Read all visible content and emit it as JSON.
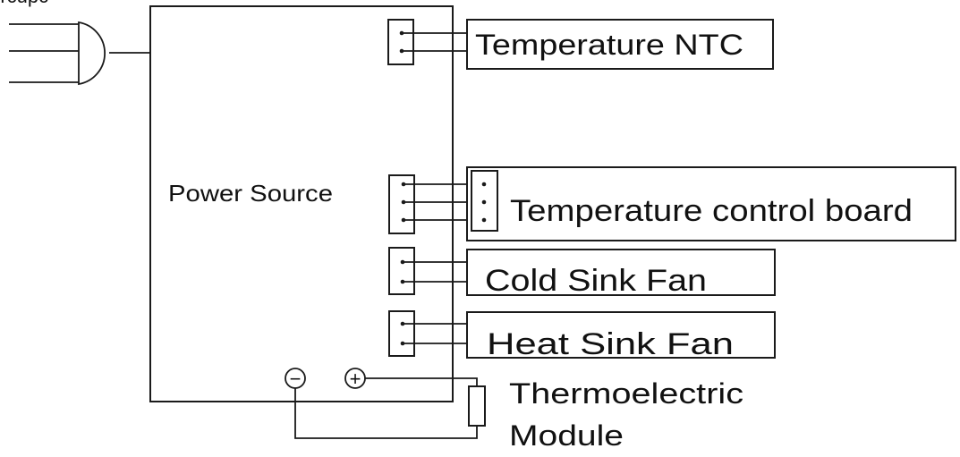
{
  "diagram": {
    "top_left_fragment": "...rcupc",
    "power_source_label": "Power Source",
    "components": {
      "ntc_label": "Temperature NTC",
      "board_label": "Temperature control board",
      "cold_fan_label": "Cold Sink Fan",
      "heat_fan_label": "Heat Sink Fan",
      "tec_label_line1": "Thermoelectric",
      "tec_label_line2": "Module"
    },
    "terminals": {
      "negative_symbol": "−",
      "positive_symbol": "+"
    }
  }
}
